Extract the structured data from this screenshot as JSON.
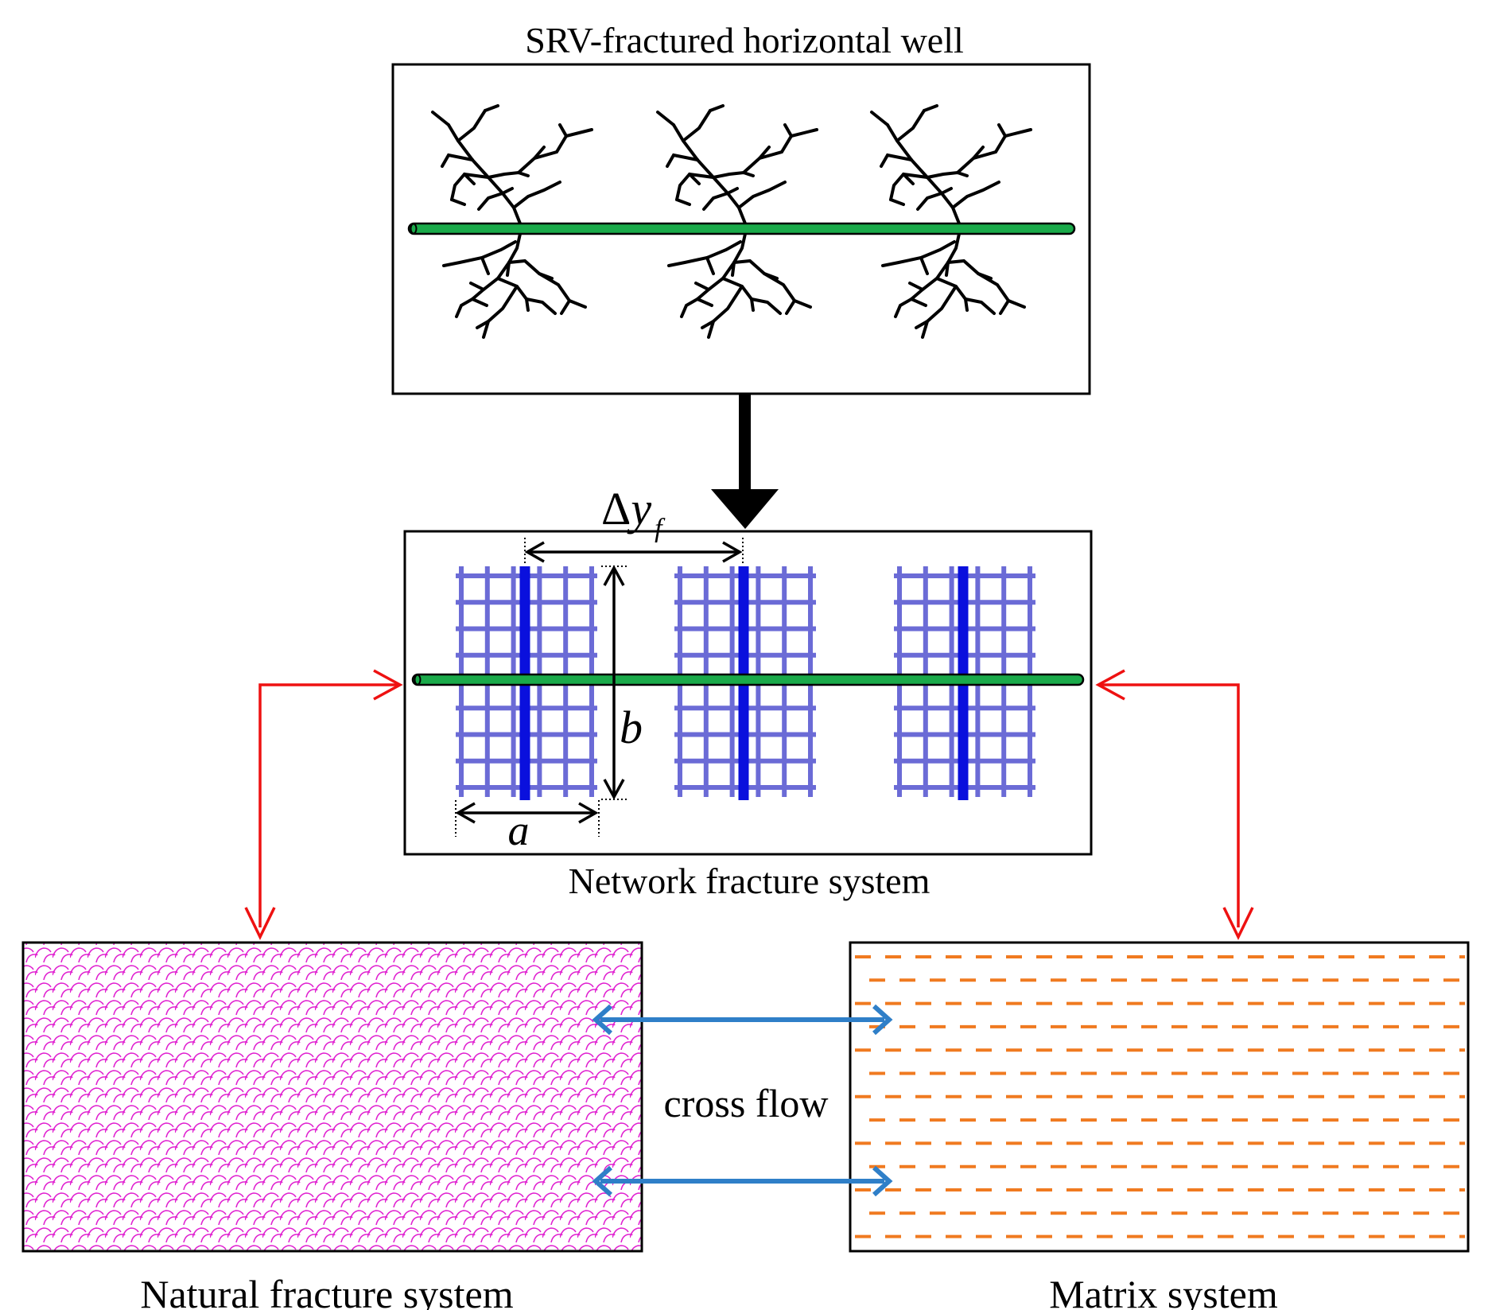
{
  "titles": {
    "well": "SRV-fractured horizontal well",
    "network": "Network fracture system",
    "natural": "Natural fracture system",
    "matrix": "Matrix system",
    "crossflow": "cross flow"
  },
  "dimensions": {
    "delta": "Δ",
    "y": "y",
    "sub_f": "f",
    "b": "b",
    "a": "a"
  },
  "colors": {
    "wellbore": "#1aaa4a",
    "fracture_main": "#0a10dd",
    "fracture_grid": "#6b6bd6",
    "link_arrow": "#ee1111",
    "crossflow_arrow": "#2f7fc8",
    "natural_pattern": "#e020d0",
    "matrix_pattern": "#f07a20"
  }
}
